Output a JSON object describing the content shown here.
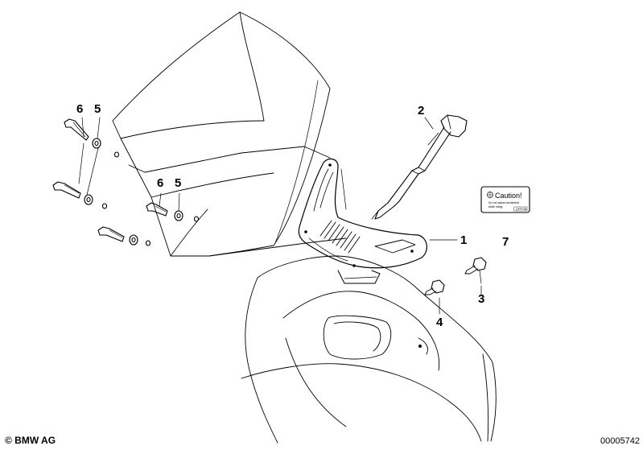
{
  "diagram": {
    "callouts": [
      {
        "id": "1",
        "text": "1"
      },
      {
        "id": "2",
        "text": "2"
      },
      {
        "id": "3",
        "text": "3"
      },
      {
        "id": "4",
        "text": "4"
      },
      {
        "id": "5a",
        "text": "5"
      },
      {
        "id": "5b",
        "text": "5"
      },
      {
        "id": "6a",
        "text": "6"
      },
      {
        "id": "6b",
        "text": "6"
      },
      {
        "id": "7",
        "text": "7"
      }
    ],
    "caution_label": {
      "heading": "Caution!",
      "line1": "Do not adjust windshield",
      "line2": "while riding",
      "code": "OFF/ON"
    }
  },
  "footer": {
    "copyright": "© BMW AG",
    "diagram_number": "00005742"
  }
}
